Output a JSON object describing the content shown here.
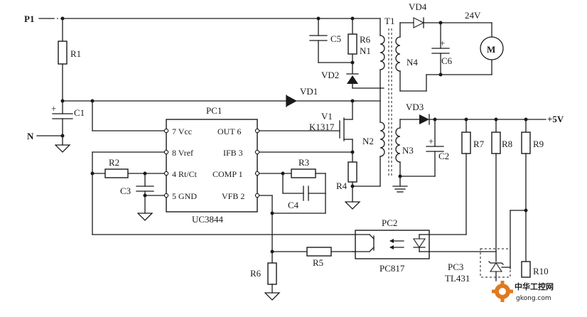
{
  "terminals": {
    "p1": "P1",
    "n": "N",
    "v24": "24V",
    "v5": "+5V"
  },
  "ic": {
    "ref": "PC1",
    "part": "UC3844",
    "pins": {
      "vcc": "7 Vcc",
      "vref": "8 Vref",
      "rtct": "4 Rt/Ct",
      "gnd": "5 GND",
      "out": "OUT 6",
      "ifb": "IFB 3",
      "comp": "COMP 1",
      "vfb": "VFB 2"
    }
  },
  "transformer": {
    "ref": "T1",
    "windings": [
      "N1",
      "N2",
      "N3",
      "N4"
    ]
  },
  "resistors": [
    "R1",
    "R2",
    "R3",
    "R4",
    "R5",
    "R6",
    "R6",
    "R7",
    "R8",
    "R9",
    "R10"
  ],
  "capacitors": [
    "C1",
    "C2",
    "C3",
    "C4",
    "C5",
    "C6"
  ],
  "diodes": [
    "VD1",
    "VD2",
    "VD3",
    "VD4"
  ],
  "mosfet": {
    "ref": "V1",
    "part": "K1317"
  },
  "optocoupler": {
    "ref": "PC2",
    "part": "PC817"
  },
  "shunt_regulator": {
    "ref": "PC3",
    "part": "TL431"
  },
  "motor": {
    "symbol": "M"
  },
  "polarity": {
    "plus": "+"
  },
  "watermark": {
    "line1": "中华工控网",
    "line2": "gkong.com",
    "color": "#e07a1f",
    "icon": "gear-logo-icon"
  }
}
